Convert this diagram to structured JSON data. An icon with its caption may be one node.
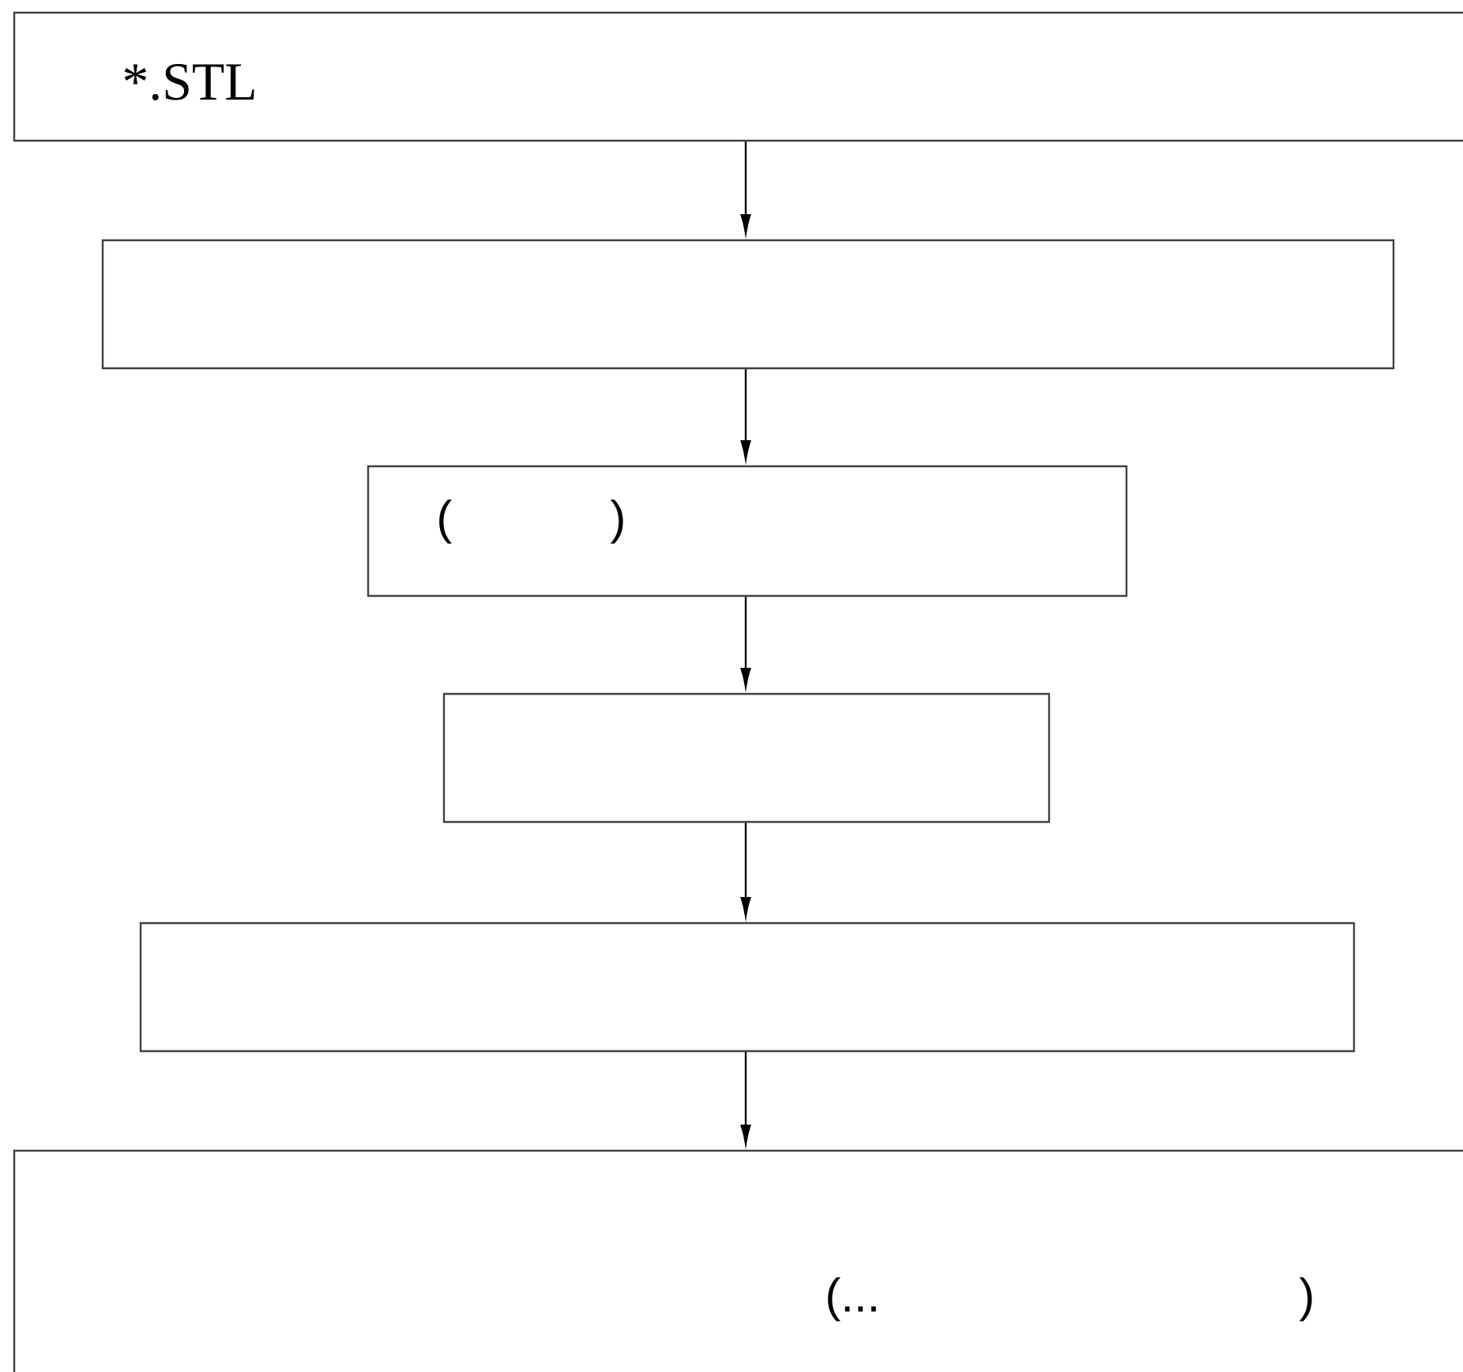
{
  "diagram": {
    "nodes": [
      {
        "text": [
          "*.STL"
        ]
      },
      {
        "text": [],
        "shape": "box"
      },
      {
        "text": [
          "(",
          ")"
        ]
      },
      {
        "text": [],
        "shape": "box"
      },
      {
        "text": [],
        "shape": "box"
      },
      {
        "text": [
          "(...",
          ")"
        ]
      }
    ],
    "edges": [
      {
        "from": 0,
        "to": 1,
        "arrow": "to"
      },
      {
        "from": 1,
        "to": 2,
        "arrow": "to"
      },
      {
        "from": 2,
        "to": 3,
        "arrow": "to"
      },
      {
        "from": 3,
        "to": 4,
        "arrow": "to"
      },
      {
        "from": 4,
        "to": 5,
        "arrow": "to"
      }
    ]
  }
}
